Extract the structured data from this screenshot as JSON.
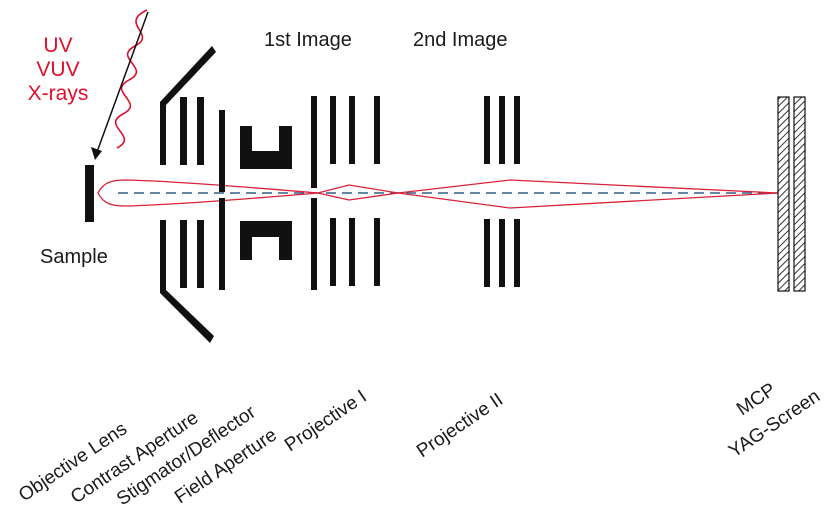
{
  "source": {
    "lines": [
      "UV",
      "VUV",
      "X-rays"
    ],
    "color": "#e0102a"
  },
  "image_labels": {
    "first": "1st Image",
    "second": "2nd Image"
  },
  "sample_label": "Sample",
  "components": [
    {
      "key": "objective_lens",
      "label": "Objective Lens"
    },
    {
      "key": "contrast_aperture",
      "label": "Contrast Aperture"
    },
    {
      "key": "stigmator_deflector",
      "label": "Stigmator/Deflector"
    },
    {
      "key": "field_aperture",
      "label": "Field Aperture"
    },
    {
      "key": "projective_1",
      "label": "Projective I"
    },
    {
      "key": "projective_2",
      "label": "Projective II"
    },
    {
      "key": "mcp",
      "label": "MCP"
    },
    {
      "key": "yag_screen",
      "label": "YAG-Screen"
    }
  ],
  "colors": {
    "elements": "#111111",
    "beam": "#d9213a",
    "axis": "#2e5f86",
    "text": "#1a1a1a"
  }
}
